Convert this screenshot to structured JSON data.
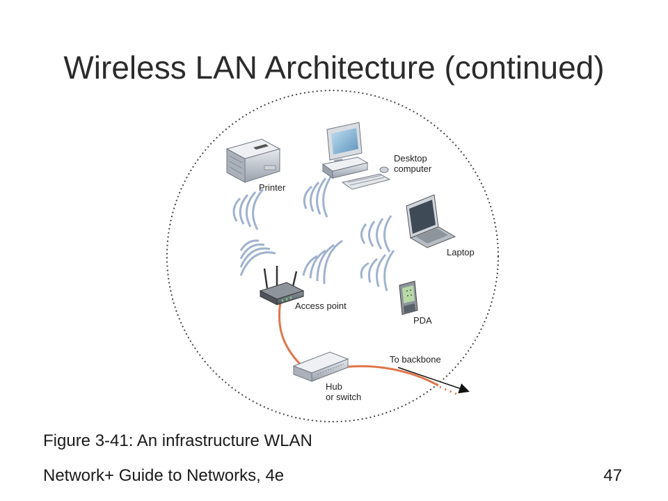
{
  "slide": {
    "title": "Wireless LAN Architecture (continued)",
    "caption": "Figure 3-41: An infrastructure WLAN",
    "footer_left": "Network+ Guide to Networks, 4e",
    "page_number": "47"
  },
  "diagram": {
    "labels": {
      "printer": "Printer",
      "desktop_line1": "Desktop",
      "desktop_line2": "computer",
      "laptop": "Laptop",
      "access_point": "Access point",
      "pda": "PDA",
      "hub_line1": "Hub",
      "hub_line2": "or switch",
      "backbone": "To backbone"
    },
    "colors": {
      "cable": "#e0764a",
      "wave": "#9fb3cf",
      "boundary": "#444444"
    },
    "icons": [
      "printer-icon",
      "desktop-computer-icon",
      "laptop-icon",
      "access-point-icon",
      "pda-icon",
      "hub-switch-icon"
    ]
  }
}
